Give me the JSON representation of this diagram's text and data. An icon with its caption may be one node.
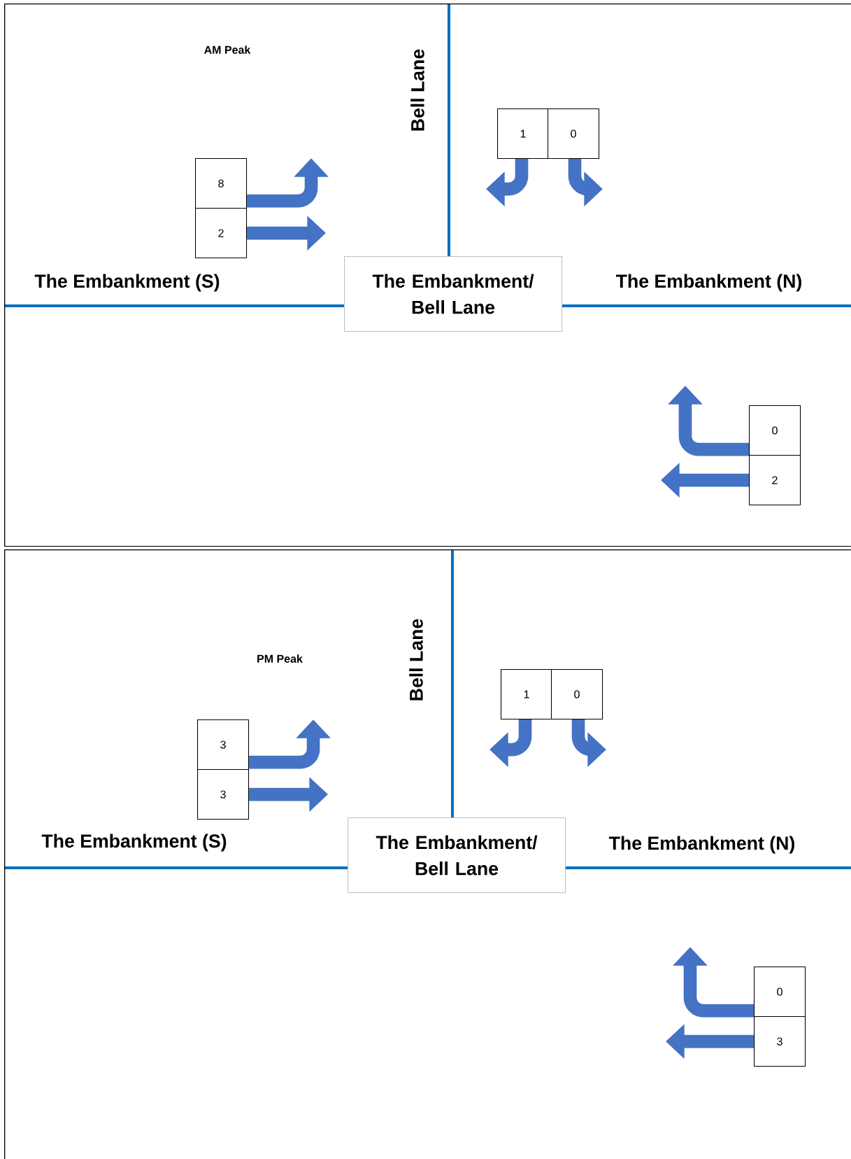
{
  "diagram": {
    "nodes": [
      {
        "text": [
          "AM Peak"
        ]
      },
      {
        "text": [
          "The Embankment/ Bell Lane"
        ],
        "in": 0
      },
      {
        "text": [
          "8"
        ],
        "in": 0
      },
      {
        "text": [
          "2"
        ],
        "in": 0
      },
      {
        "text": [
          "1"
        ],
        "in": 0
      },
      {
        "text": [
          "0"
        ],
        "in": 0
      },
      {
        "text": [
          "0"
        ],
        "in": 0
      },
      {
        "text": [
          "2"
        ],
        "in": 0
      },
      {
        "text": [
          "PM Peak"
        ]
      },
      {
        "text": [
          "The Embankment/ Bell Lane"
        ],
        "in": 8
      },
      {
        "text": [
          "3"
        ],
        "in": 8
      },
      {
        "text": [
          "3"
        ],
        "in": 8
      },
      {
        "text": [
          "1"
        ],
        "in": 8
      },
      {
        "text": [
          "0"
        ],
        "in": 8
      },
      {
        "text": [
          "0"
        ],
        "in": 8
      },
      {
        "text": [
          "3"
        ],
        "in": 8
      }
    ],
    "edges": [
      {
        "from": 2,
        "to": null,
        "arrow": "to"
      },
      {
        "from": 3,
        "to": null,
        "arrow": "to"
      },
      {
        "from": 4,
        "to": null,
        "arrow": "to"
      },
      {
        "from": 5,
        "to": null,
        "arrow": "to"
      },
      {
        "from": 6,
        "to": null,
        "arrow": "to"
      },
      {
        "from": 7,
        "to": null,
        "arrow": "to"
      },
      {
        "from": 10,
        "to": null,
        "arrow": "to"
      },
      {
        "from": 11,
        "to": null,
        "arrow": "to"
      },
      {
        "from": 12,
        "to": null,
        "arrow": "to"
      },
      {
        "from": 13,
        "to": null,
        "arrow": "to"
      },
      {
        "from": 14,
        "to": null,
        "arrow": "to"
      },
      {
        "from": 15,
        "to": null,
        "arrow": "to"
      }
    ],
    "labels": [
      "Bell Lane",
      "The Embankment (S)",
      "The Embankment (N)",
      "Bell Lane",
      "The Embankment (S)",
      "The Embankment (N)"
    ]
  }
}
